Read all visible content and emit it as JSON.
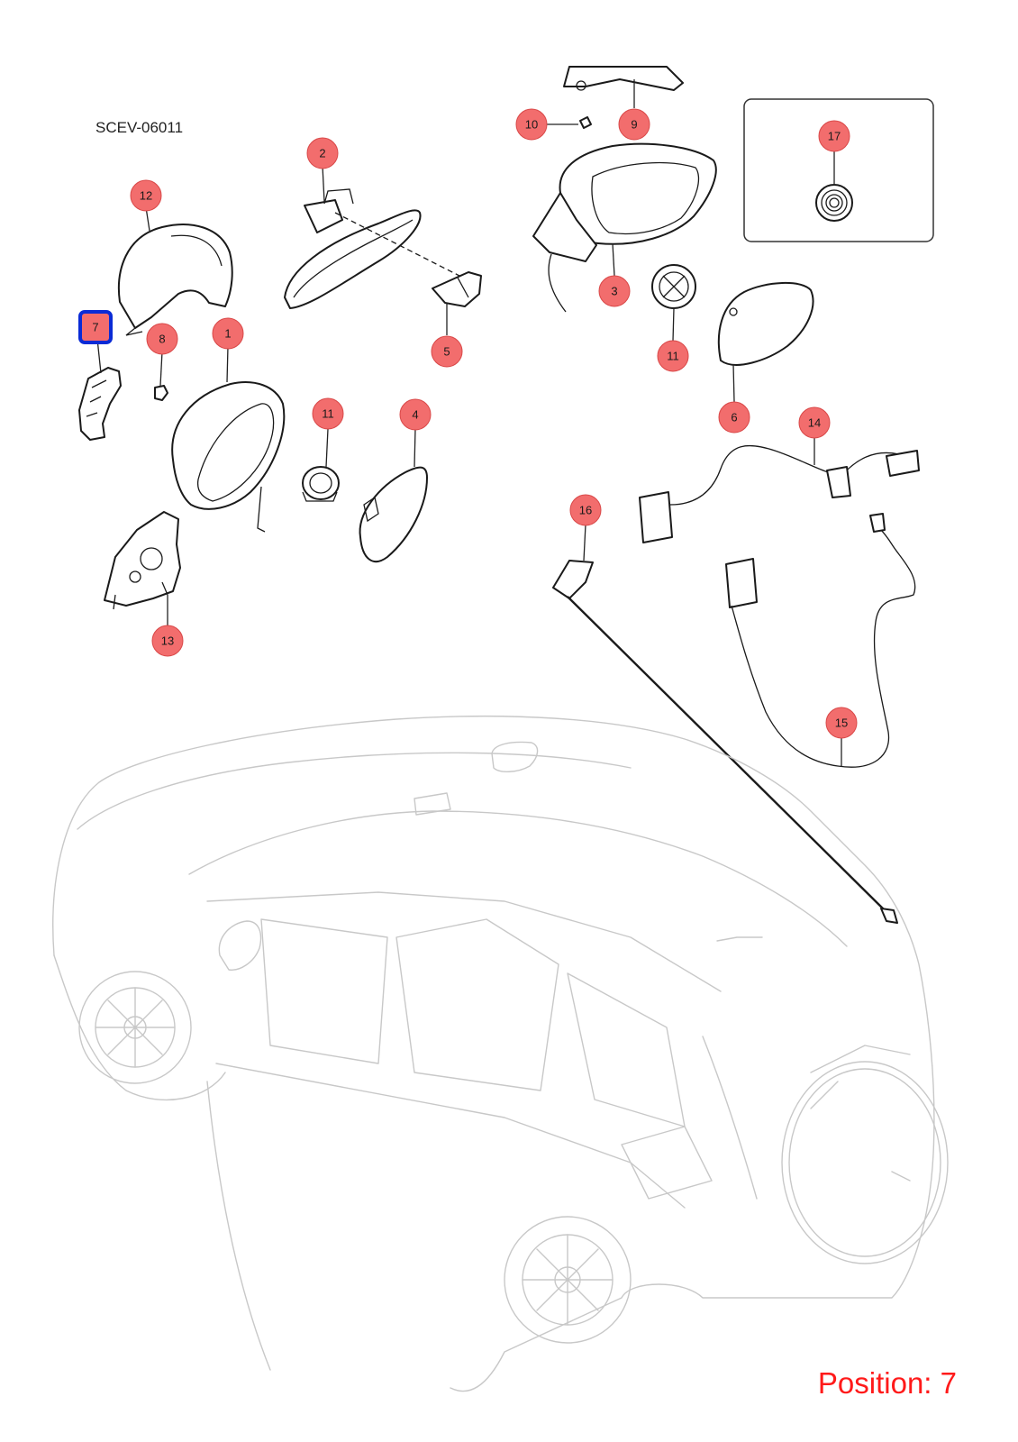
{
  "reference_code": "SCEV-06011",
  "position_label": "Position: 7",
  "selected_position": "7",
  "colors": {
    "callout_fill": "#f26d6d",
    "callout_stroke": "#d94848",
    "selected_outline": "#0a2bd6",
    "position_text": "#ff1a1a",
    "vehicle_outline": "#c8c8c8"
  },
  "callouts": [
    {
      "id": "12",
      "label": "12"
    },
    {
      "id": "2",
      "label": "2"
    },
    {
      "id": "10",
      "label": "10"
    },
    {
      "id": "9",
      "label": "9"
    },
    {
      "id": "17",
      "label": "17"
    },
    {
      "id": "7",
      "label": "7"
    },
    {
      "id": "8",
      "label": "8"
    },
    {
      "id": "1",
      "label": "1"
    },
    {
      "id": "5",
      "label": "5"
    },
    {
      "id": "3",
      "label": "3"
    },
    {
      "id": "11a",
      "label": "11"
    },
    {
      "id": "11b",
      "label": "11"
    },
    {
      "id": "4",
      "label": "4"
    },
    {
      "id": "6",
      "label": "6"
    },
    {
      "id": "14",
      "label": "14"
    },
    {
      "id": "16",
      "label": "16"
    },
    {
      "id": "13",
      "label": "13"
    },
    {
      "id": "15",
      "label": "15"
    }
  ]
}
